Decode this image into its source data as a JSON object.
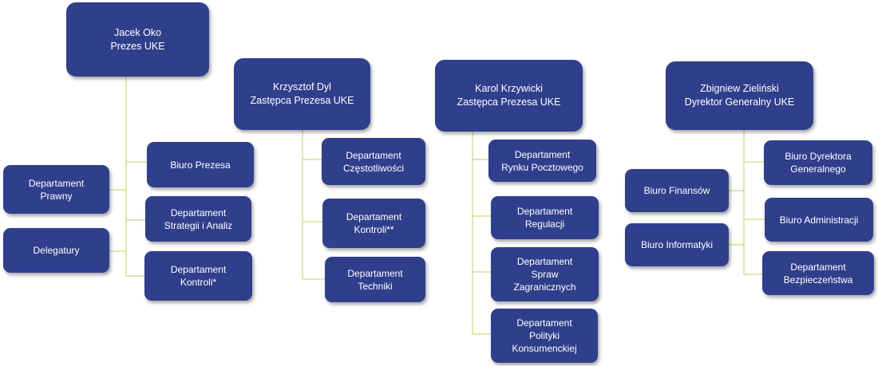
{
  "leaders": {
    "oko": {
      "name": "Jacek Oko",
      "role": "Prezes UKE"
    },
    "dyl": {
      "name": "Krzysztof Dyl",
      "role": "Zastępca Prezesa UKE"
    },
    "krzywicki": {
      "name": "Karol Krzywicki",
      "role": "Zastępca Prezesa UKE"
    },
    "zielinski": {
      "name": "Zbigniew Zieliński",
      "role": "Dyrektor Generalny UKE"
    }
  },
  "units": {
    "biuro_prezesa": [
      "Biuro Prezesa"
    ],
    "dep_prawny": [
      "Departament",
      "Prawny"
    ],
    "dep_strategii": [
      "Departament",
      "Strategii i Analiz"
    ],
    "delegatury": [
      "Delegatury"
    ],
    "dep_kontroli_1": [
      "Departament",
      "Kontroli*"
    ],
    "dep_czestotliwosci": [
      "Departament",
      "Częstotliwości"
    ],
    "dep_kontroli_2": [
      "Departament",
      "Kontroli**"
    ],
    "dep_techniki": [
      "Departament",
      "Techniki"
    ],
    "dep_rynku": [
      "Departament",
      "Rynku Pocztowego"
    ],
    "dep_regulacji": [
      "Departament",
      "Regulacji"
    ],
    "dep_spraw": [
      "Departament",
      "Spraw",
      "Zagranicznych"
    ],
    "dep_polityki": [
      "Departament",
      "Polityki",
      "Konsumenckiej"
    ],
    "biuro_dyrektora": [
      "Biuro Dyrektora",
      "Generalnego"
    ],
    "biuro_finansow": [
      "Biuro Finansów"
    ],
    "biuro_administracji": [
      "Biuro Administracji"
    ],
    "biuro_informatyki": [
      "Biuro Informatyki"
    ],
    "dep_bezpieczenstwa": [
      "Departament",
      "Bezpieczeństwa"
    ]
  },
  "colors": {
    "box": "#303f8c",
    "connector": "#c8dc7a",
    "text": "#ffffff"
  }
}
